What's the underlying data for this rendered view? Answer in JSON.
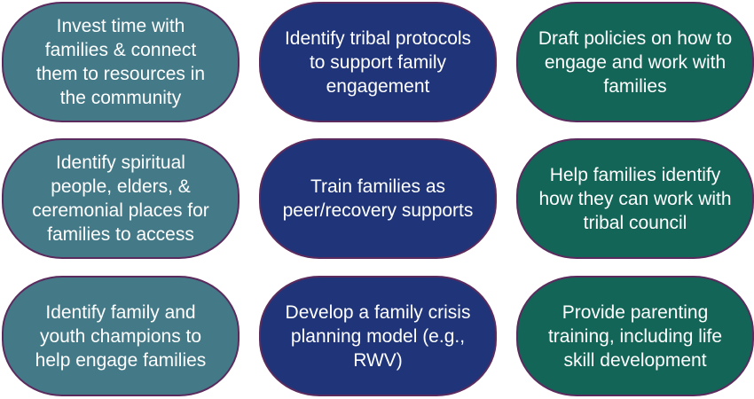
{
  "diagram": {
    "colors": {
      "column_1": "#447a88",
      "column_2": "#1f3479",
      "column_3": "#136557",
      "border": "#5b2b5e",
      "text": "#ffffff"
    },
    "boxes": [
      {
        "id": "invest-time-with-families",
        "text": "Invest time with families & connect them to resources in the community"
      },
      {
        "id": "identify-tribal-protocols",
        "text": "Identify tribal protocols to support family engagement"
      },
      {
        "id": "draft-policies",
        "text": "Draft policies on how to engage and work with families"
      },
      {
        "id": "identify-spiritual-people",
        "text": "Identify spiritual people, elders, & ceremonial places for families to access"
      },
      {
        "id": "train-families",
        "text": "Train families as peer/recovery supports"
      },
      {
        "id": "help-families-tribal-council",
        "text": "Help families identify how they can work with tribal council"
      },
      {
        "id": "identify-champions",
        "text": "Identify family and youth champions to help engage families"
      },
      {
        "id": "develop-crisis-model",
        "text": "Develop a family crisis planning model (e.g., RWV)"
      },
      {
        "id": "provide-parenting-training",
        "text": "Provide parenting training, including life skill development"
      }
    ]
  }
}
